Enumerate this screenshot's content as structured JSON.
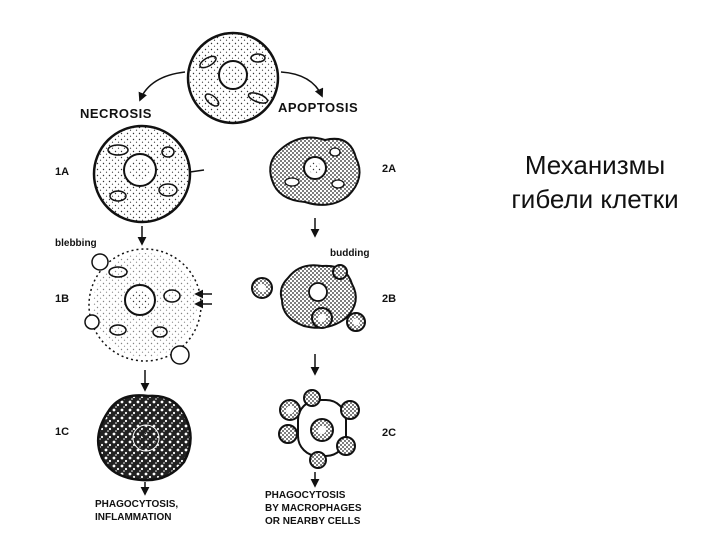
{
  "slide": {
    "title_line1": "Механизмы",
    "title_line2": "гибели клетки"
  },
  "diagram": {
    "necrosis_label": "NECROSIS",
    "apoptosis_label": "APOPTOSIS",
    "stage_1a": "1A",
    "stage_1b": "1B",
    "stage_1c": "1C",
    "stage_2a": "2A",
    "stage_2b": "2B",
    "stage_2c": "2C",
    "blebbing": "blebbing",
    "budding": "budding",
    "necrosis_outcome_line1": "PHAGOCYTOSIS,",
    "necrosis_outcome_line2": "INFLAMMATION",
    "apoptosis_outcome_line1": "PHAGOCYTOSIS",
    "apoptosis_outcome_line2": "BY MACROPHAGES",
    "apoptosis_outcome_line3": "OR NEARBY CELLS"
  }
}
